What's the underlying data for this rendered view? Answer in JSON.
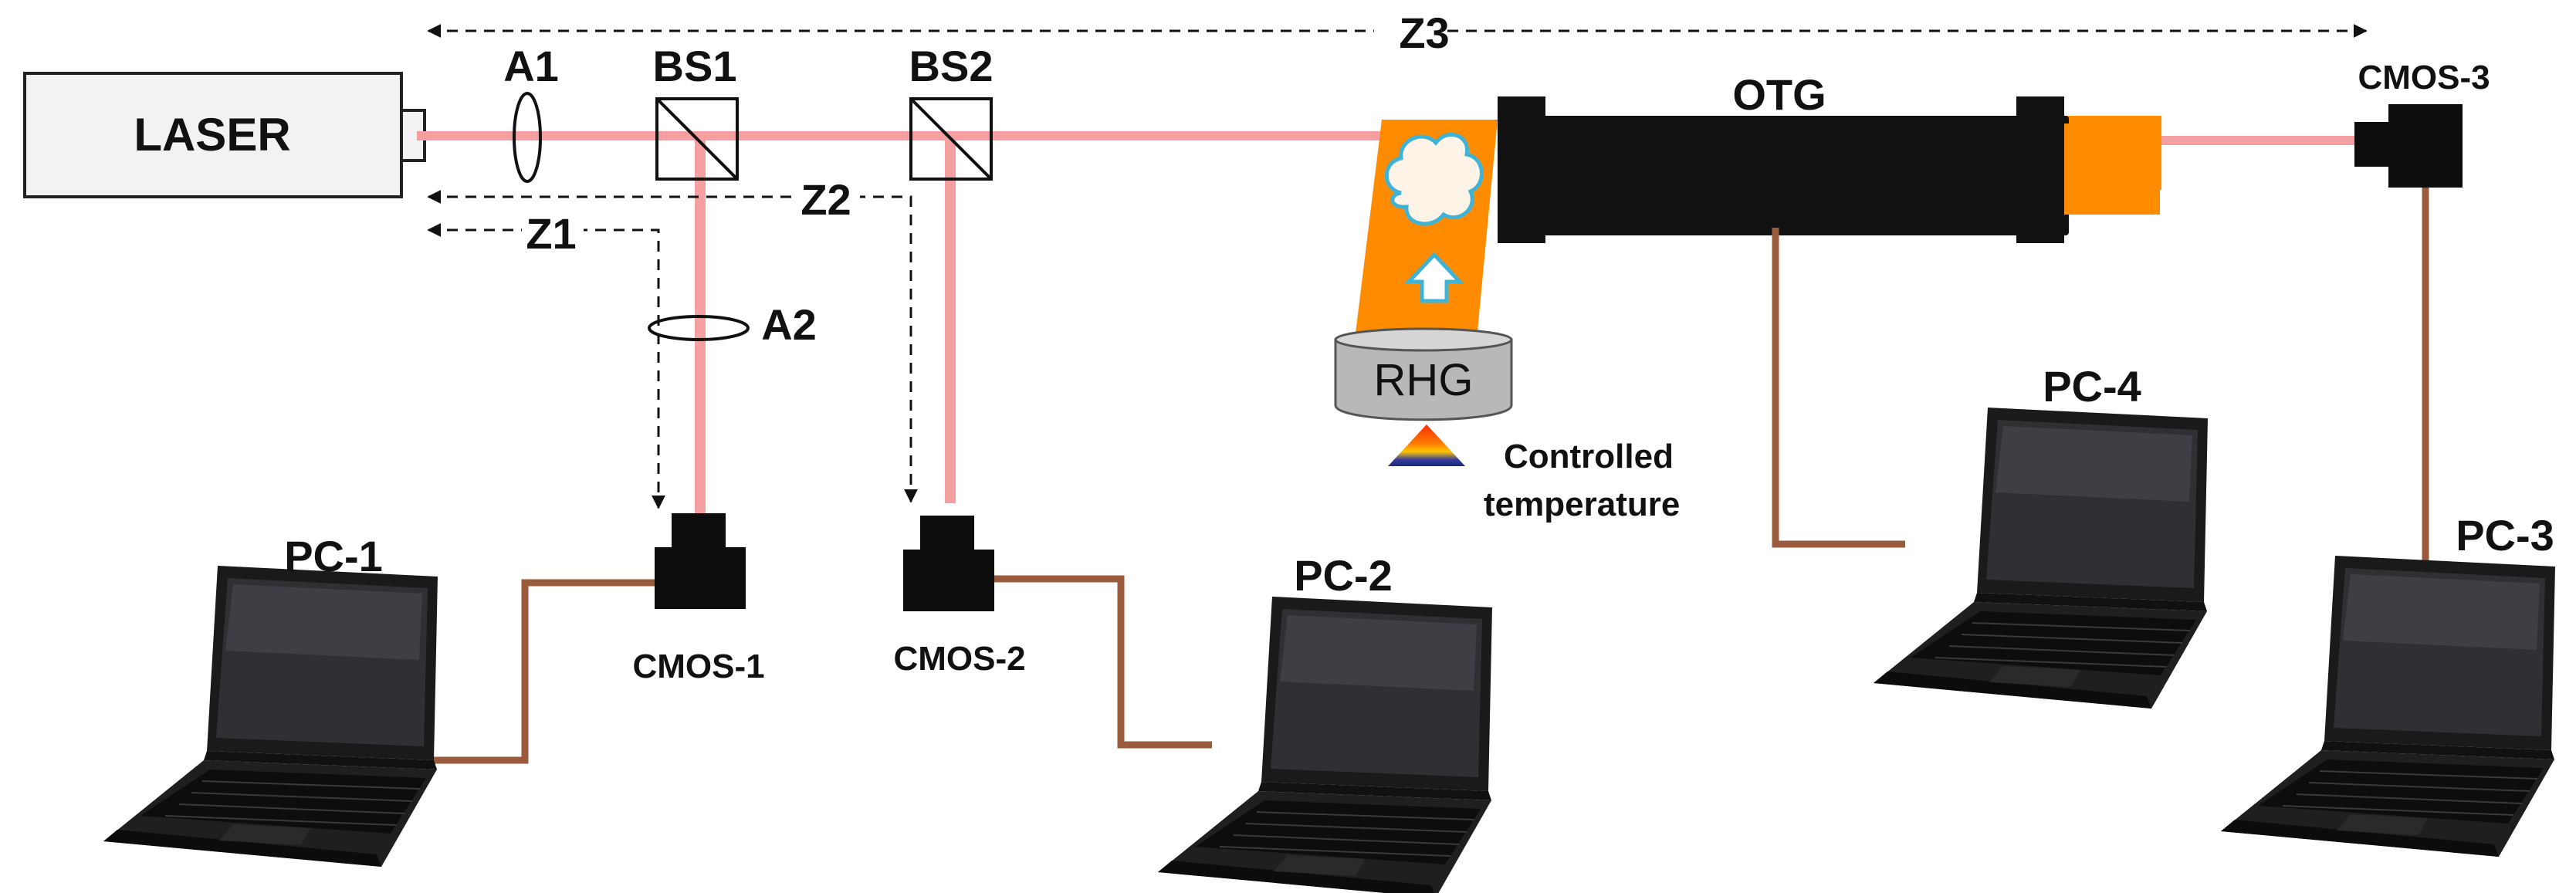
{
  "labels": {
    "laser": "LASER",
    "a1": "A1",
    "bs1": "BS1",
    "bs2": "BS2",
    "a2": "A2",
    "z1": "Z1",
    "z2": "Z2",
    "z3": "Z3",
    "otg": "OTG",
    "rhg": "RHG",
    "temp_line1": "Controlled",
    "temp_line2": "temperature",
    "cmos1": "CMOS-1",
    "cmos2": "CMOS-2",
    "cmos3": "CMOS-3",
    "pc1": "PC-1",
    "pc2": "PC-2",
    "pc3": "PC-3",
    "pc4": "PC-4"
  },
  "colors": {
    "beam": "#f4a0a0",
    "cable": "#9a5b3c",
    "orange": "#ff8c00",
    "black": "#111111",
    "rhg_fill": "#b8b8b8",
    "laser_fill": "#f2f2f2",
    "plume": "#8fd3e8"
  }
}
